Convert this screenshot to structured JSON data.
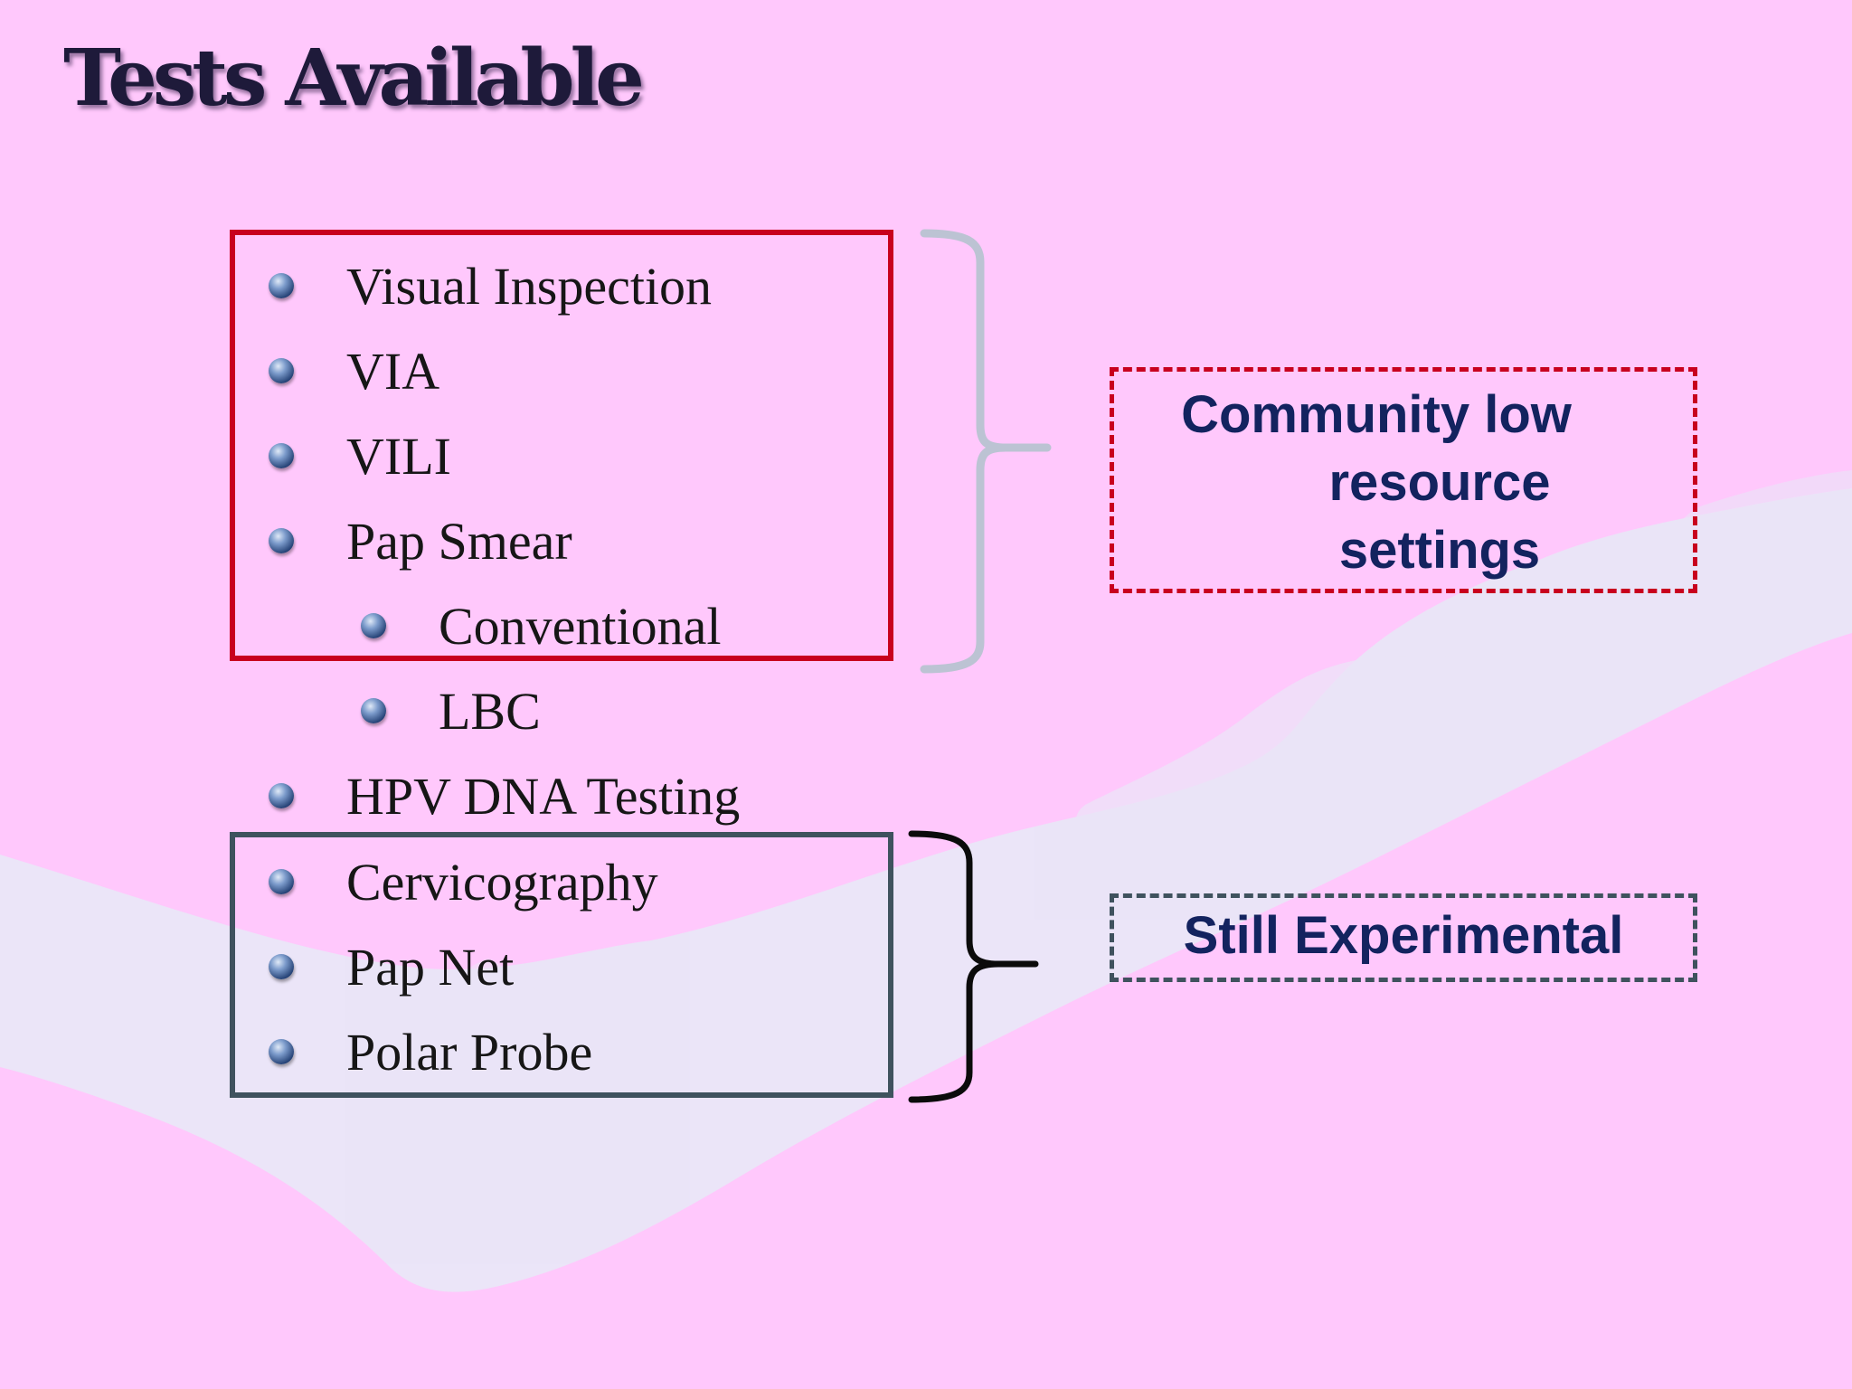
{
  "slide": {
    "title": "Tests Available",
    "background_color": "#ffc8fc",
    "bullets": [
      {
        "label": "Visual Inspection",
        "level": 1
      },
      {
        "label": "VIA",
        "level": 1
      },
      {
        "label": "VILI",
        "level": 1
      },
      {
        "label": "Pap Smear",
        "level": 1
      },
      {
        "label": "Conventional",
        "level": 2
      },
      {
        "label": "LBC",
        "level": 2
      },
      {
        "label": "HPV DNA Testing",
        "level": 1
      },
      {
        "label": "Cervicography",
        "level": 1
      },
      {
        "label": "Pap Net",
        "level": 1
      },
      {
        "label": "Polar Probe",
        "level": 1
      }
    ],
    "callouts": {
      "community": {
        "line1": "Community low",
        "line2": "resource",
        "line3": "settings"
      },
      "experimental": {
        "text": "Still Experimental"
      }
    },
    "colors": {
      "red_frame": "#c8001e",
      "slate_frame": "#3f525e",
      "callout_text": "#13235f",
      "bullet_text": "#161616"
    }
  }
}
